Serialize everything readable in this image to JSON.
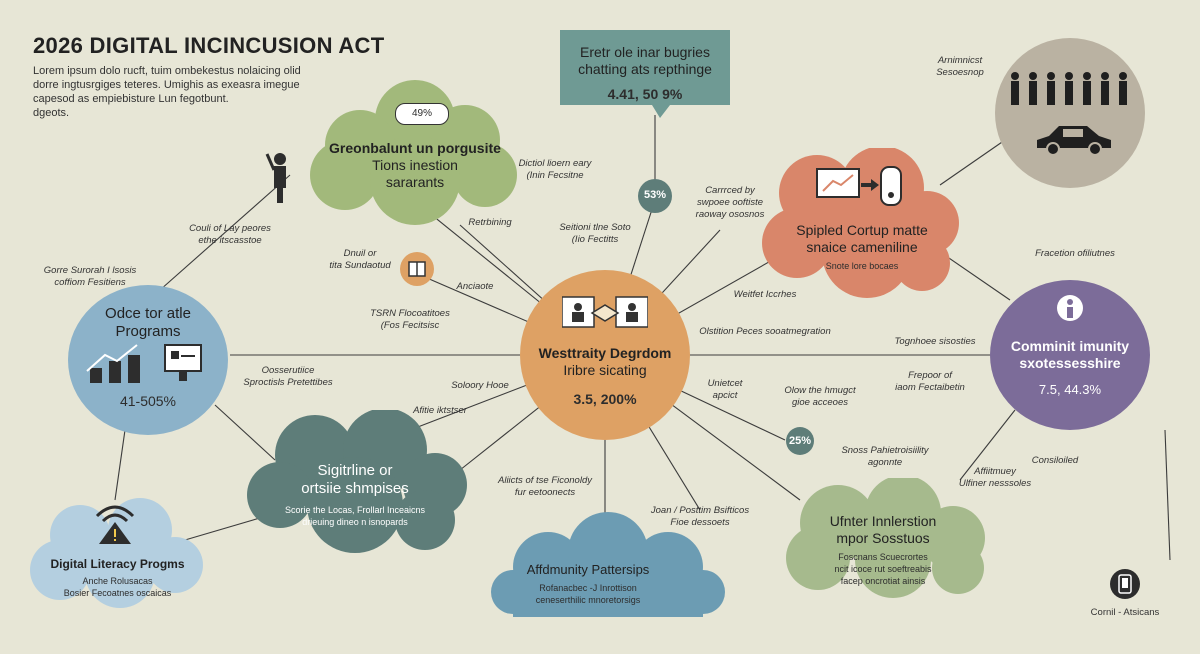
{
  "title": "2026 DIGITAL INCINCUSION ACT",
  "intro": [
    "Lorem ipsum dolo rucft, tuim ombekestus nolaicing olid",
    "dorre ingtusrgiges teteres. Umighis as exeasra imegue",
    "capesod as empiebisture Lun fegotbunt.",
    "dgeots."
  ],
  "colors": {
    "background": "#e7e6d6",
    "blue": "#8cb2c9",
    "green": "#a2b97b",
    "teal": "#5e7d79",
    "orange": "#dea164",
    "salmon": "#d9866a",
    "purple": "#7c6c99",
    "slate": "#6f9a94",
    "sage": "#a6ba8d"
  },
  "top_box": {
    "lines": [
      "Eretr ole inar bugries",
      "chatting ats repthinge"
    ],
    "stat": "4.41, 50 9%"
  },
  "center": {
    "lines": [
      "Westtraity Degrdom",
      "Iribre sicating"
    ],
    "stat": "3.5,  200%",
    "icon": "handshake-icon"
  },
  "green_cloud": {
    "lines": [
      "Greonbalunt un porgusite",
      "Tions inestion",
      "sararants"
    ],
    "badge": "49%"
  },
  "blue_circle": {
    "lines": [
      "Odce tor atle",
      "Programs"
    ],
    "stat": "41-505%"
  },
  "teal_cloud": {
    "lines": [
      "Sigitrline or",
      "ortsiie shmpises"
    ],
    "sub": [
      "Scorie the Locas, Frollarl Inceaicns",
      "drieuing dineo n isnopards"
    ]
  },
  "literacy": {
    "title": "Digital  Literacy Progms",
    "sub": [
      "Anche Rolusacas",
      "Bosier Fecoatnes oscaicas"
    ]
  },
  "blue_cloud": {
    "title": "Affdmunity Pattersips",
    "sub": [
      "Rofanacbec -J Inrottison",
      "ceneserthilic mnoretorsigs"
    ]
  },
  "salmon_cloud": {
    "lines": [
      "Spipled Cortup matte",
      "snaice cameniline"
    ],
    "sub": "Snote lore bocaes"
  },
  "purple_circle": {
    "lines": [
      "Comminit imunity",
      "sxotessesshire"
    ],
    "stat": "7.5,  44.3%"
  },
  "sage_cloud": {
    "lines": [
      "Ufnter Innlerstion",
      "mpor Sosstuos"
    ],
    "sub": [
      "Foscnans Scuecrortes",
      "ncit icoce rut soeftreabis",
      "facep oncrotiat ainsis"
    ]
  },
  "people_circle": {
    "label": [
      "Arnimnicst",
      "Sesoesnop"
    ]
  },
  "bubbles": {
    "b53": "53%",
    "b25": "25%"
  },
  "labels": {
    "l1": [
      "Dictiol lioern eary",
      "(Inin Fecsitne"
    ],
    "l2": [
      "Carrrced by",
      "swpoee ooftiste",
      "raoway ososnos"
    ],
    "l3": [
      "Retrbining"
    ],
    "l4": [
      "Seitioni tlne Soto",
      "(Iio Fectitts"
    ],
    "l5": [
      "Couli of Lay peores",
      "ethe itscasstoe"
    ],
    "l6": [
      "Dnuil or",
      "tita Sundaotud"
    ],
    "l7": [
      "Gorre Surorah I lsosis",
      "coffiom Fesitiens"
    ],
    "l8": [
      "Anciaote"
    ],
    "l9": [
      "TSRN Flocoatitoes",
      "(Fos Fecitsisc"
    ],
    "l10": [
      "Weitfet Iccrhes"
    ],
    "l11": [
      "Olstition Peces sooatmegration"
    ],
    "l12": [
      "Oosserutiice",
      "Sproctisls Pretettibes"
    ],
    "l13": [
      "Soloory Hooe"
    ],
    "l14": [
      "Afitie iktstser"
    ],
    "l15": [
      "Unietcet",
      "apcict"
    ],
    "l16": [
      "Olow the hmugct",
      "gioe acceoes"
    ],
    "l17": [
      "Tognhoee sisosties"
    ],
    "l18": [
      "Frepoor of",
      "iaom Fectaibetin"
    ],
    "l19": [
      "Fracetion ofiliutnes"
    ],
    "l20": [
      "Aliicts of tse Ficonoldy",
      "fur eetoonects"
    ],
    "l21": [
      "Joan / Posttim Bsifticos",
      "Fioe dessoets"
    ],
    "l22": [
      "Snoss Pahietroisiility",
      "agonnte"
    ],
    "l23": [
      "Consiloiled"
    ],
    "l24": [
      "Affiitmuey",
      "Ulfiner nesssoles"
    ]
  },
  "footer": "Cornil - Atsicans"
}
